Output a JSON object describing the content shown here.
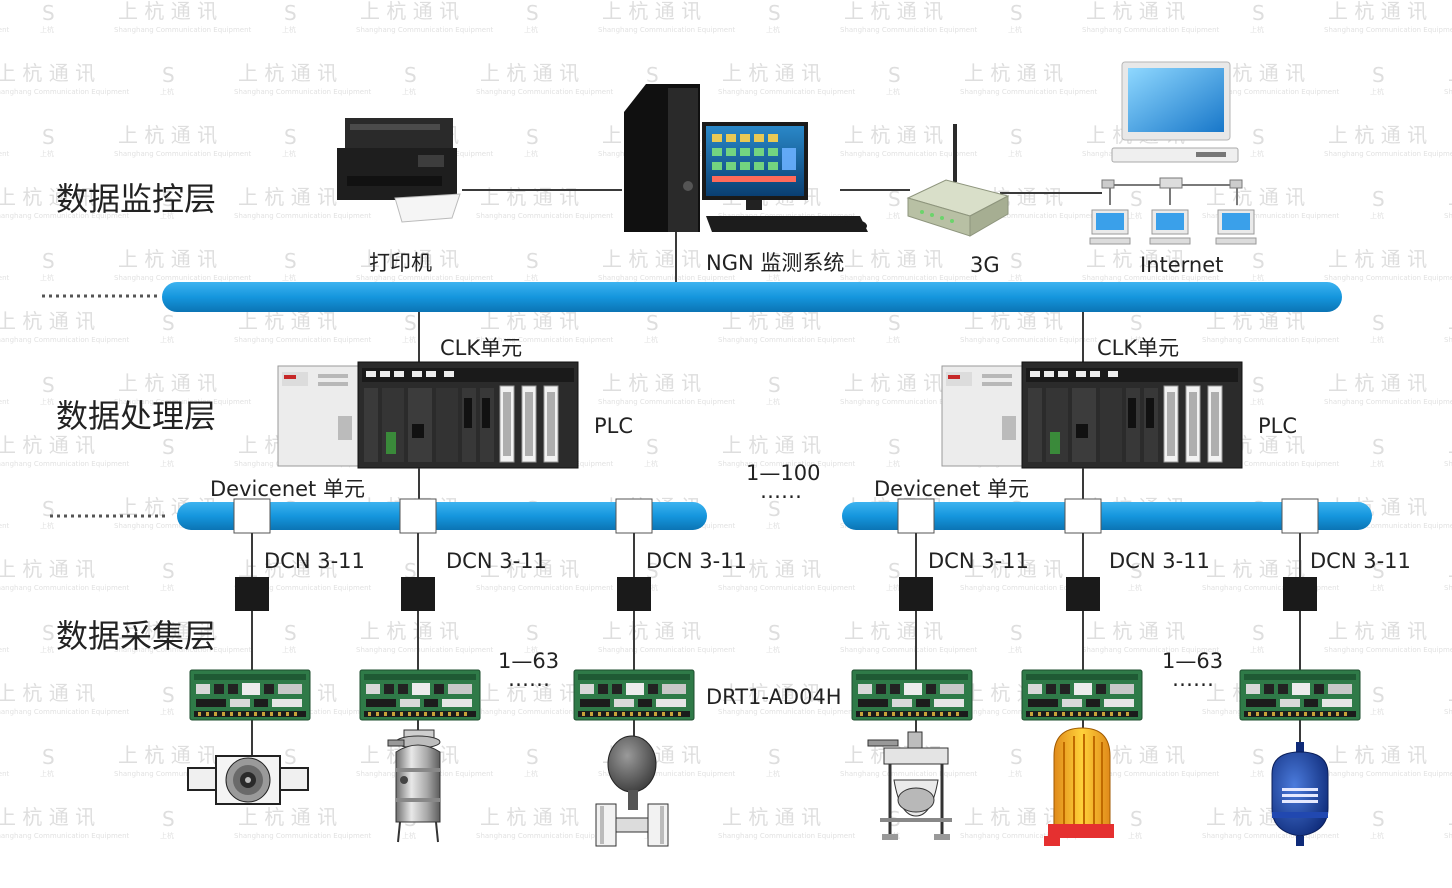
{
  "layers": {
    "monitor": "数据监控层",
    "process": "数据处理层",
    "collect": "数据采集层"
  },
  "top_devices": {
    "printer": "打印机",
    "ngn": "NGN 监测系统",
    "g3": "3G",
    "internet": "Internet"
  },
  "plc_units": [
    {
      "clk": "CLK单元",
      "plc": "PLC",
      "devicenet": "Devicenet 单元"
    },
    {
      "clk": "CLK单元",
      "plc": "PLC",
      "devicenet": "Devicenet 单元"
    }
  ],
  "range_plc": {
    "range": "1—100",
    "dots": "……"
  },
  "dcn_label": "DCN 3-11",
  "range_dcn_left": {
    "range": "1—63",
    "dots": "……"
  },
  "range_dcn_right": {
    "range": "1—63",
    "dots": "……"
  },
  "module_label": "DRT1-AD04H",
  "watermark": {
    "text": "上 杭 通 讯",
    "logo_caption": "上杭",
    "en": "Shanghang Communication Equipment"
  },
  "colors": {
    "bus": "#1596dd",
    "bus_dark": "#0b74b4",
    "line": "#3a3a3a",
    "connector": "#1a1a1a",
    "board": "#2f7a48"
  },
  "icons": [
    "printer-icon",
    "desktop-computer-icon",
    "router-3g-icon",
    "internet-network-icon",
    "plc-rack-icon",
    "io-board-icon",
    "valve-icon",
    "tank-icon",
    "flowmeter-icon",
    "mixer-icon",
    "heater-icon",
    "reactor-icon"
  ]
}
